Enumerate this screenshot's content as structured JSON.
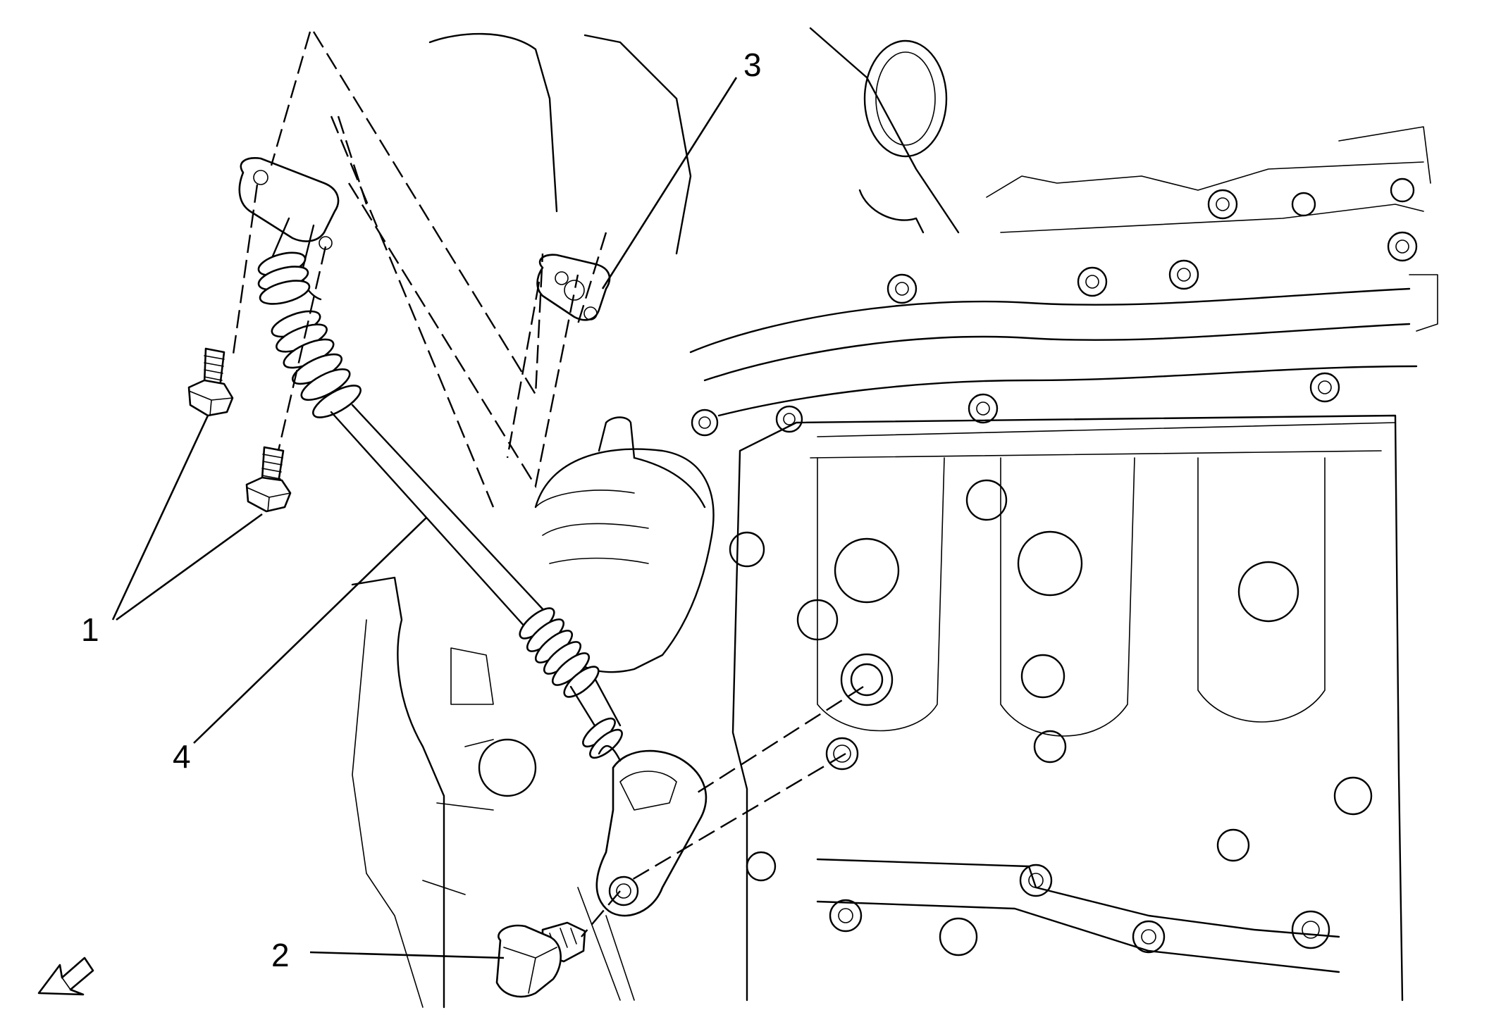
{
  "callouts": [
    {
      "id": "1",
      "label": "1"
    },
    {
      "id": "2",
      "label": "2"
    },
    {
      "id": "3",
      "label": "3"
    },
    {
      "id": "4",
      "label": "4"
    }
  ],
  "icons": {
    "view_arrow": "view-direction-arrow-icon"
  }
}
